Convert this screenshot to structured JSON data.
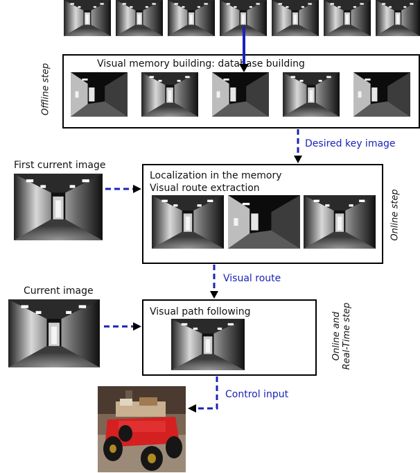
{
  "offline": {
    "title": "Visual memory building: database building",
    "step_label": "Offline step"
  },
  "desired_key_image_label": "Desired key image",
  "first_current_image_label": "First current image",
  "localization": {
    "line1": "Localization in the memory",
    "line2": "Visual route extraction",
    "step_label": "Online step"
  },
  "visual_route_label": "Visual route",
  "current_image_label": "Current image",
  "path_following": {
    "title": "Visual path following",
    "step_label_line1": "Online and",
    "step_label_line2": "Real-Time step"
  },
  "control_input_label": "Control input",
  "colors": {
    "arrow": "#1a22b8",
    "robot_body": "#d42020"
  },
  "image_icons": [
    "corridor-photo",
    "robot-photo"
  ]
}
